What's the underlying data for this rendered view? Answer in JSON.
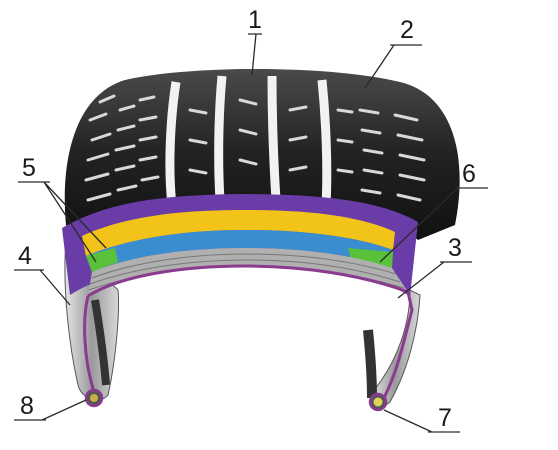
{
  "callouts": [
    {
      "id": "1",
      "label": "1"
    },
    {
      "id": "2",
      "label": "2"
    },
    {
      "id": "3",
      "label": "3"
    },
    {
      "id": "4",
      "label": "4"
    },
    {
      "id": "5",
      "label": "5"
    },
    {
      "id": "6",
      "label": "6"
    },
    {
      "id": "7",
      "label": "7"
    },
    {
      "id": "8",
      "label": "8"
    }
  ],
  "colors": {
    "tread_rubber": "#1c1c1c",
    "groove": "#f2f2f2",
    "cap_ply": "#6a3ca8",
    "belt_yellow": "#f2c318",
    "belt_blue": "#3a8ed0",
    "edge_green": "#59c23a",
    "carcass": "#b0b0b0",
    "inner_liner": "#8a3a8f",
    "sidewall": "#3c3c3c"
  }
}
